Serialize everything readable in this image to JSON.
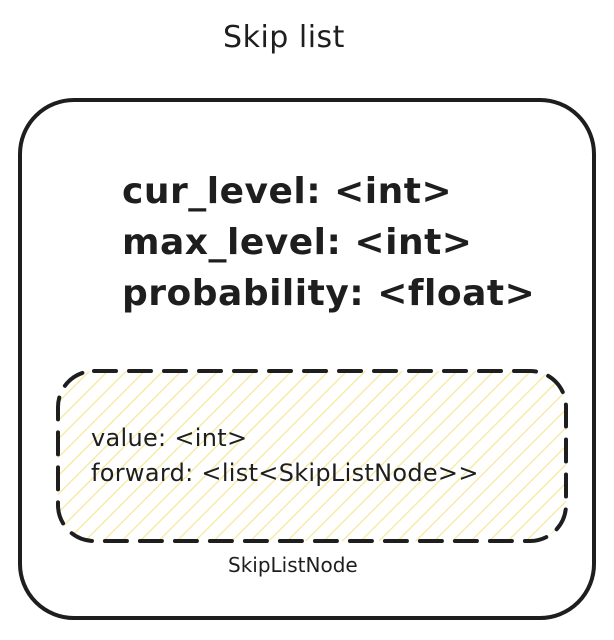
{
  "diagram": {
    "title": "Skip list",
    "skip_list_fields": [
      "cur_level: <int>",
      "max_level: <int>",
      "probability: <float>"
    ],
    "node": {
      "fields": [
        "value: <int>",
        "forward: <list<SkipListNode>>"
      ],
      "label": "SkipListNode",
      "fill_color": "#f5e89a",
      "hatch": true
    },
    "stroke_color": "#1e1e1e"
  }
}
